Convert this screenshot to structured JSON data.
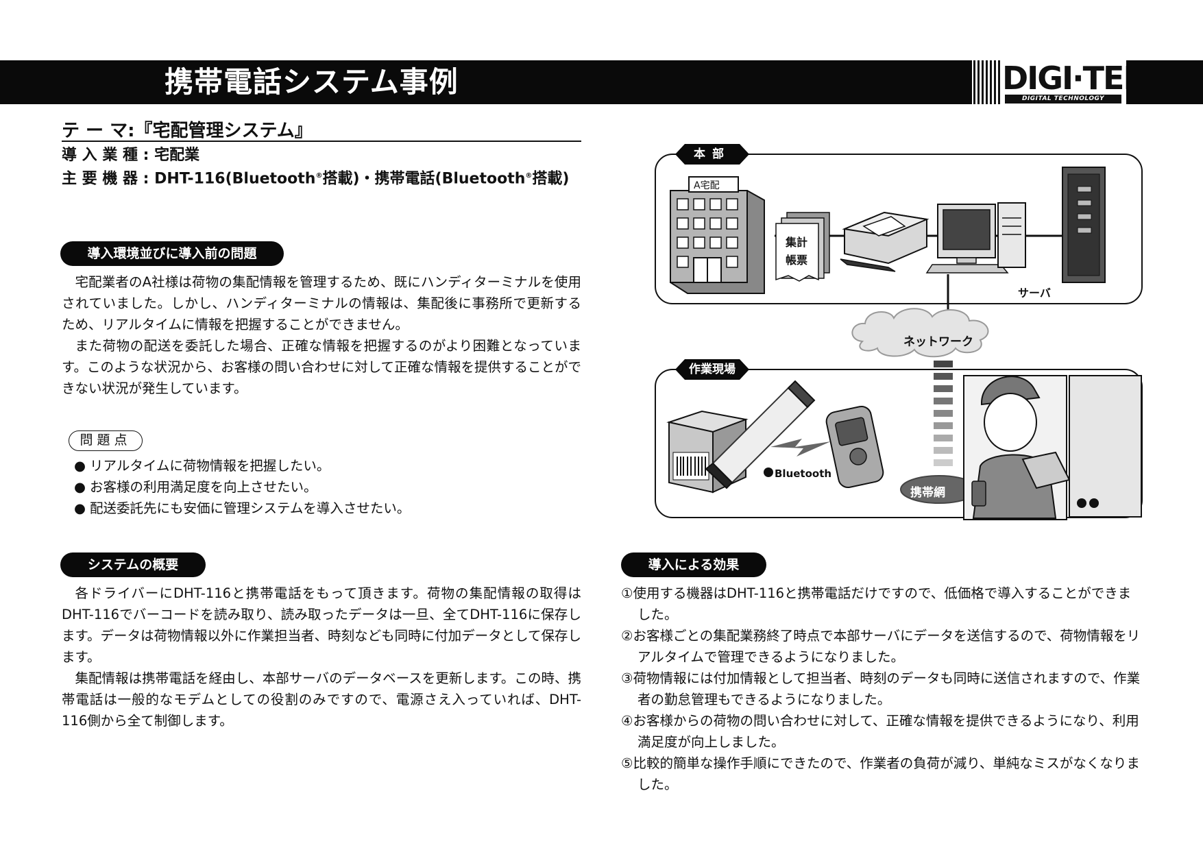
{
  "header": {
    "title": "携帯電話システム事例",
    "logo_main": "DIGI·TEK",
    "logo_sub": "DIGITAL TECHNOLOGY"
  },
  "theme": "テ ー マ:『宅配管理システム』",
  "meta": {
    "industry": "導 入 業 種 : 宅配業",
    "equipment_prefix": "主 要 機 器 : DHT-116(Bluetooth",
    "equipment_mid": "搭載)・携帯電話(Bluetooth",
    "equipment_suffix": "搭載)",
    "reg": "®"
  },
  "sections": {
    "environment": {
      "title": "導入環境並びに導入前の問題",
      "paragraphs": [
        "宅配業者のA社様は荷物の集配情報を管理するため、既にハンディターミナルを使用されていました。しかし、ハンディターミナルの情報は、集配後に事務所で更新するため、リアルタイムに情報を把握することができません。",
        "また荷物の配送を委託した場合、正確な情報を把握するのがより困難となっています。このような状況から、お客様の問い合わせに対して正確な情報を提供することができない状況が発生しています。"
      ]
    },
    "problems": {
      "title": "問題点",
      "items": [
        "リアルタイムに荷物情報を把握したい。",
        "お客様の利用満足度を向上させたい。",
        "配送委託先にも安価に管理システムを導入させたい。"
      ]
    },
    "overview": {
      "title": "システムの概要",
      "paragraphs": [
        "各ドライバーにDHT-116と携帯電話をもって頂きます。荷物の集配情報の取得はDHT-116でバーコードを読み取り、読み取ったデータは一旦、全てDHT-116に保存します。データは荷物情報以外に作業担当者、時刻なども同時に付加データとして保存します。",
        "集配情報は携帯電話を経由し、本部サーバのデータベースを更新します。この時、携帯電話は一般的なモデムとしての役割のみですので、電源さえ入っていれば、DHT-116側から全て制御します。"
      ]
    },
    "effects": {
      "title": "導入による効果",
      "items": [
        "①使用する機器はDHT-116と携帯電話だけですので、低価格で導入することができました。",
        "②お客様ごとの集配業務終了時点で本部サーバにデータを送信するので、荷物情報をリアルタイムで管理できるようになりました。",
        "③荷物情報には付加情報として担当者、時刻のデータも同時に送信されますので、作業者の勤怠管理もできるようになりました。",
        "④お客様からの荷物の問い合わせに対して、正確な情報を提供できるようになり、利用満足度が向上しました。",
        "⑤比較的簡単な操作手順にできたので、作業者の負荷が減り、単純なミスがなくなりました。"
      ]
    }
  },
  "diagram": {
    "hq_tag": "本部",
    "building_sign": "A宅配",
    "report_line1": "集計",
    "report_line2": "帳票",
    "server_label": "サーバ",
    "network_label": "ネットワーク",
    "site_tag": "作業現場",
    "bluetooth_label": "Bluetooth",
    "mobile_network_label": "携帯網"
  }
}
